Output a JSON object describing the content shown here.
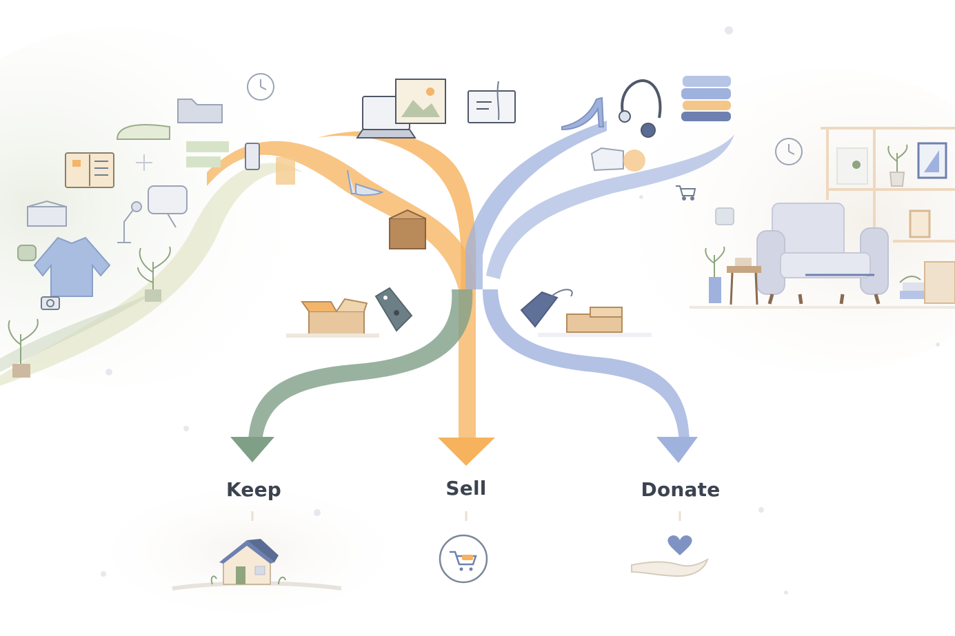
{
  "branches": [
    {
      "key": "keep",
      "label": "Keep",
      "color": "#7f9f87",
      "icon": "house-icon"
    },
    {
      "key": "sell",
      "label": "Sell",
      "color": "#f6b25c",
      "icon": "shopping-cart-icon"
    },
    {
      "key": "donate",
      "label": "Donate",
      "color": "#9fb2dd",
      "icon": "heart-hand-icon"
    }
  ],
  "colors": {
    "background": "#ffffff",
    "sell_stream": "#f6b25c",
    "donate_stream": "#9fb2dd",
    "keep_stream": "#7f9f87",
    "text": "#3c4350",
    "icon_stroke": "#6f7c8f"
  }
}
